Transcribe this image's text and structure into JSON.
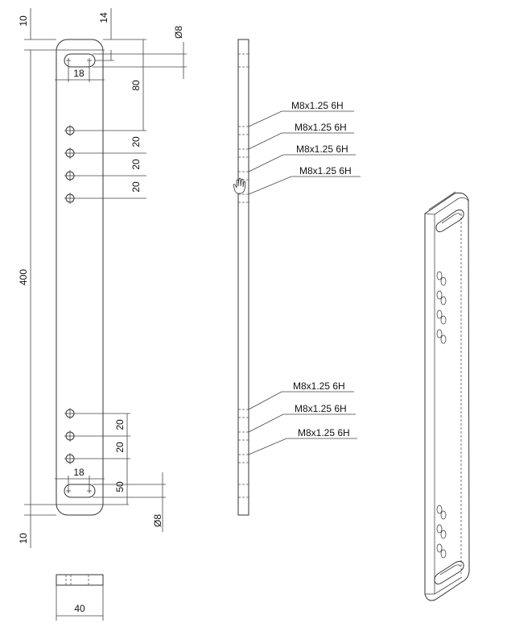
{
  "drawing": {
    "front_view": {
      "dim_top_margin": "10",
      "dim_slot_offset": "14",
      "dim_slot_dia_top": "Ø8",
      "dim_slot_width_top": "18",
      "dim_hole_offset": "80",
      "dim_hole_pitch_1": "20",
      "dim_hole_pitch_2": "20",
      "dim_hole_pitch_3": "20",
      "dim_total_length": "400",
      "dim_bottom_pitch_1": "20",
      "dim_bottom_pitch_2": "20",
      "dim_slot_width_bottom": "18",
      "dim_bottom_offset": "50",
      "dim_slot_dia_bottom": "Ø8",
      "dim_bottom_margin": "10"
    },
    "bottom_view": {
      "dim_width": "40"
    },
    "side_view": {
      "thread_callouts": [
        "M8x1.25 6H",
        "M8x1.25 6H",
        "M8x1.25 6H",
        "M8x1.25 6H",
        "M8x1.25 6H",
        "M8x1.25 6H",
        "M8x1.25 6H"
      ]
    }
  }
}
